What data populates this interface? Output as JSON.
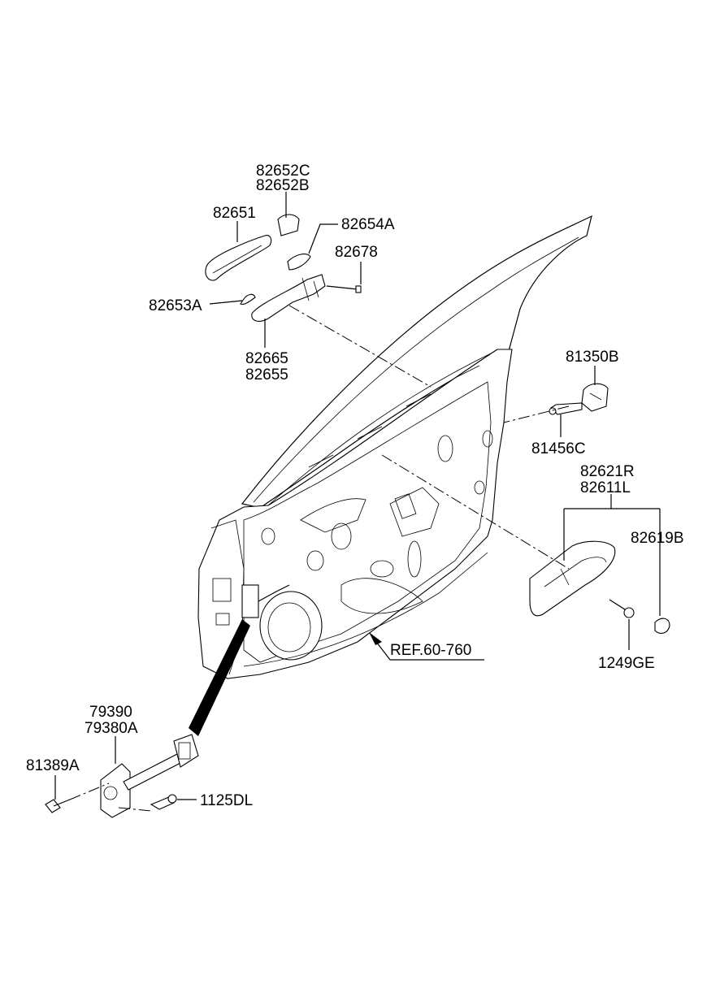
{
  "labels": {
    "p82652C": "82652C",
    "p82652B": "82652B",
    "p82651": "82651",
    "p82654A": "82654A",
    "p82678": "82678",
    "p82653A": "82653A",
    "p82665": "82665",
    "p82655": "82655",
    "p81350B": "81350B",
    "p81456C": "81456C",
    "p82621R": "82621R",
    "p82611L": "82611L",
    "p82619B": "82619B",
    "p1249GE": "1249GE",
    "ref": "REF.60-760",
    "p79390": "79390",
    "p79380A": "79380A",
    "p81389A": "81389A",
    "p1125DL": "1125DL"
  }
}
